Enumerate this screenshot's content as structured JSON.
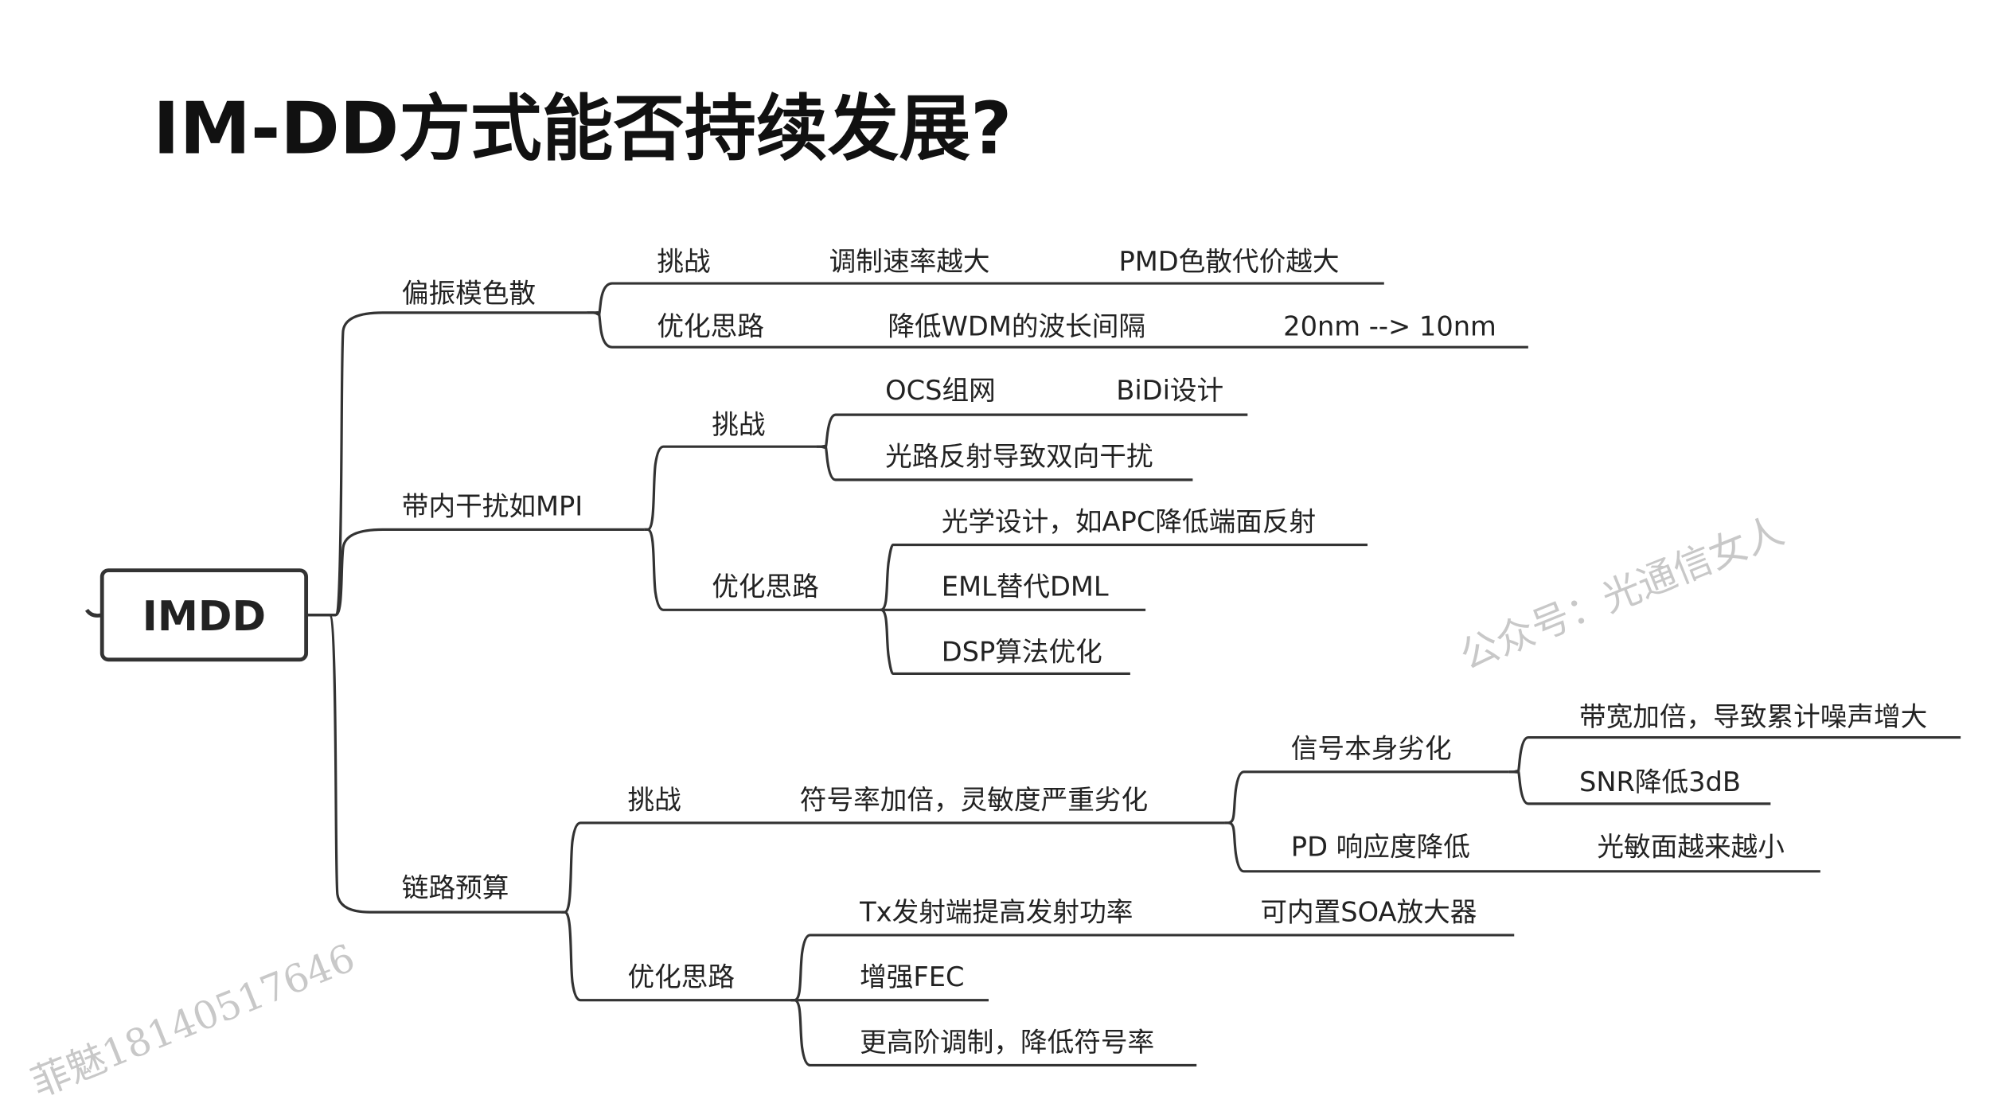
{
  "title": "IM-DD方式能否持续发展?",
  "root": "IMDD",
  "branches": {
    "pmd": {
      "label": "偏振模色散",
      "challenge": {
        "label": "挑战",
        "items": [
          "调制速率越大",
          "PMD色散代价越大"
        ]
      },
      "optimize": {
        "label": "优化思路",
        "items": [
          "降低WDM的波长间隔",
          "20nm --> 10nm"
        ]
      }
    },
    "mpi": {
      "label": "带内干扰如MPI",
      "challenge": {
        "label": "挑战",
        "items": [
          "OCS组网",
          "BiDi设计",
          "光路反射导致双向干扰"
        ]
      },
      "optimize": {
        "label": "优化思路",
        "items": [
          "光学设计，如APC降低端面反射",
          "EML替代DML",
          "DSP算法优化"
        ]
      }
    },
    "budget": {
      "label": "链路预算",
      "challenge": {
        "label": "挑战",
        "main": "符号率加倍，灵敏度严重劣化",
        "signal": {
          "label": "信号本身劣化",
          "items": [
            "带宽加倍，导致累计噪声增大",
            "SNR降低3dB"
          ]
        },
        "pd": {
          "label": "PD 响应度降低",
          "item": "光敏面越来越小"
        }
      },
      "optimize": {
        "label": "优化思路",
        "items": [
          "Tx发射端提高发射功率",
          "可内置SOA放大器",
          "增强FEC",
          "更高阶调制，降低符号率"
        ]
      }
    }
  },
  "watermarks": [
    "公众号：光通信女人",
    "菲魅18140517646"
  ]
}
